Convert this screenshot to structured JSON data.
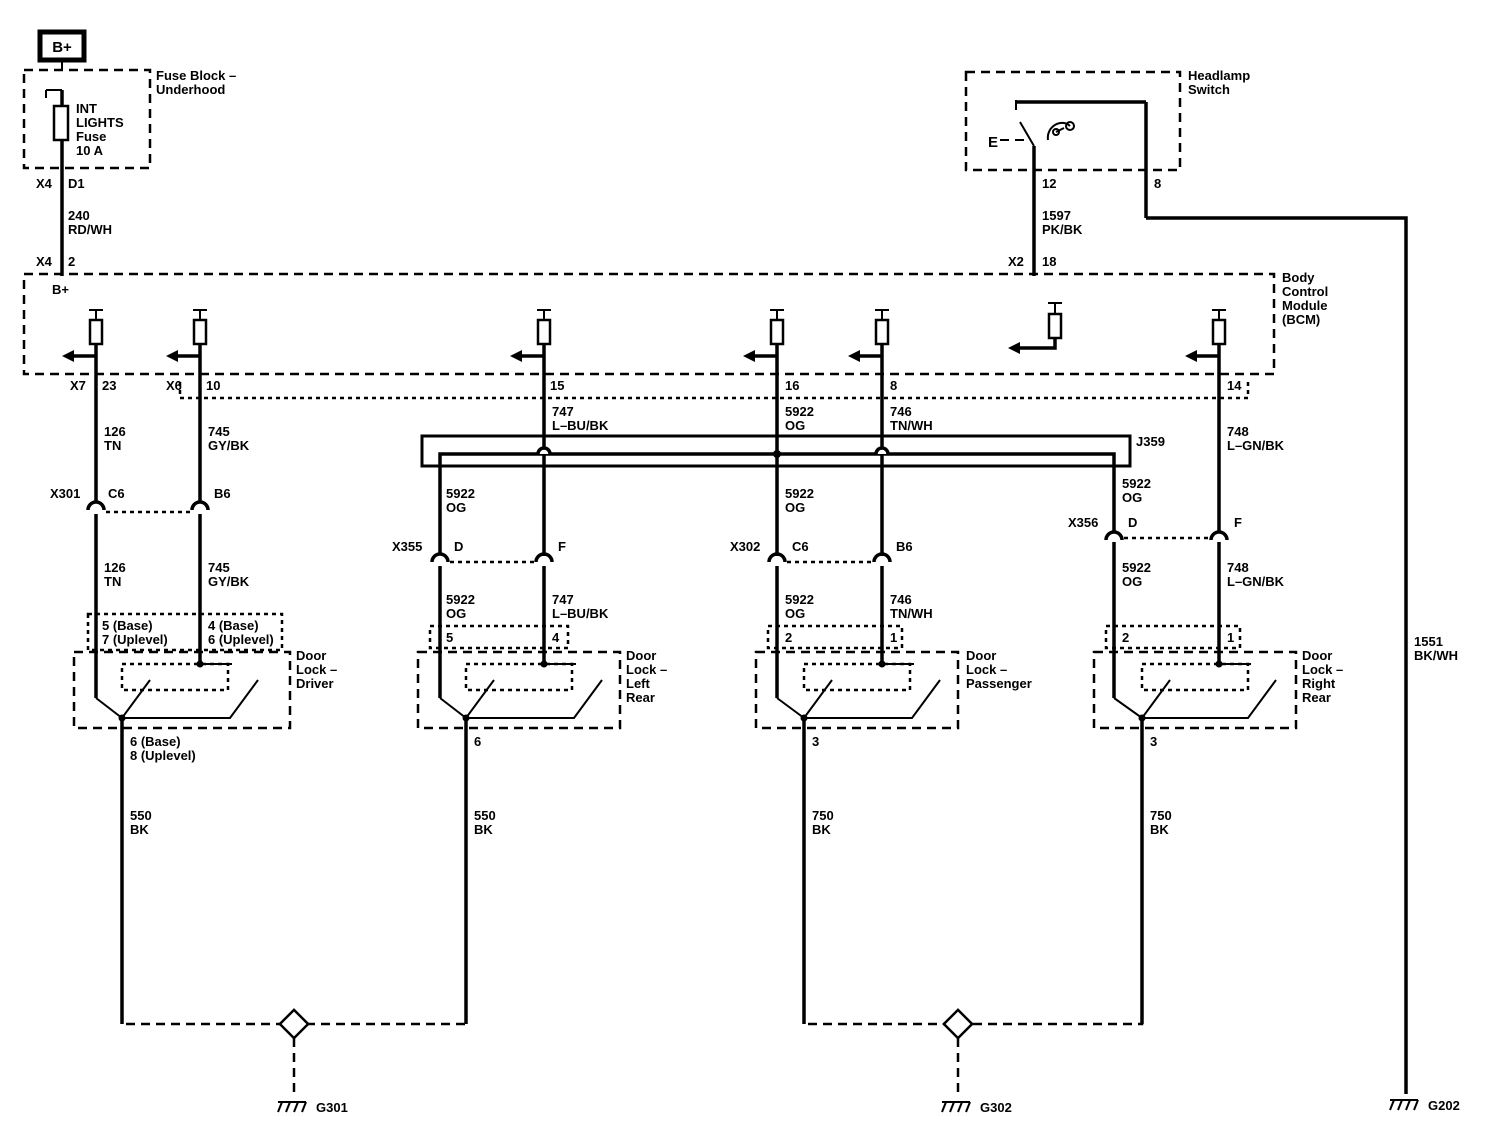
{
  "supply": {
    "label": "B+"
  },
  "fuse_block": {
    "title": [
      "Fuse Block –",
      "Underhood"
    ],
    "fuse": [
      "INT",
      "LIGHTS",
      "Fuse",
      "10 A"
    ],
    "conn": "X4",
    "pin": "D1"
  },
  "wire_240": {
    "num": "240",
    "color": "RD/WH"
  },
  "bcm": {
    "title": [
      "Body",
      "Control",
      "Module",
      "(BCM)"
    ],
    "bplus": "B+",
    "x4_conn": "X4",
    "x4_pin": "2",
    "x2_conn": "X2",
    "x2_pin": "18",
    "x7_conn": "X7",
    "x6_conn": "X6",
    "pins": [
      "23",
      "10",
      "15",
      "16",
      "8",
      "14"
    ]
  },
  "headlamp_switch": {
    "title": [
      "Headlamp",
      "Switch"
    ],
    "pin_a": "12",
    "pin_b": "8"
  },
  "wire_1597": {
    "num": "1597",
    "color": "PK/BK"
  },
  "wire_1551": {
    "num": "1551",
    "color": "BK/WH"
  },
  "splice": {
    "label": "J359"
  },
  "wires_upper": [
    {
      "num": "126",
      "color": "TN"
    },
    {
      "num": "745",
      "color": "GY/BK"
    },
    {
      "num": "747",
      "color": "L–BU/BK"
    },
    {
      "num": "5922",
      "color": "OG"
    },
    {
      "num": "746",
      "color": "TN/WH"
    },
    {
      "num": "748",
      "color": "L–GN/BK"
    }
  ],
  "splice_branches": [
    {
      "num": "5922",
      "color": "OG"
    },
    {
      "num": "5922",
      "color": "OG"
    }
  ],
  "connectors": [
    {
      "name": "X301",
      "a": "C6",
      "b": "B6"
    },
    {
      "name": "X355",
      "a": "D",
      "b": "F"
    },
    {
      "name": "X302",
      "a": "C6",
      "b": "B6"
    },
    {
      "name": "X356",
      "a": "D",
      "b": "F"
    }
  ],
  "wires_lower": [
    {
      "num": "126",
      "color": "TN"
    },
    {
      "num": "745",
      "color": "GY/BK"
    },
    {
      "num": "5922",
      "color": "OG"
    },
    {
      "num": "747",
      "color": "L–BU/BK"
    },
    {
      "num": "5922",
      "color": "OG"
    },
    {
      "num": "746",
      "color": "TN/WH"
    },
    {
      "num": "5922",
      "color": "OG"
    },
    {
      "num": "748",
      "color": "L–GN/BK"
    }
  ],
  "door_locks": [
    {
      "title": [
        "Door",
        "Lock –",
        "Driver"
      ],
      "pin_a": [
        "5 (Base)",
        "7 (Uplevel)"
      ],
      "pin_b": [
        "4 (Base)",
        "6 (Uplevel)"
      ],
      "ground_pin": [
        "6 (Base)",
        "8 (Uplevel)"
      ]
    },
    {
      "title": [
        "Door",
        "Lock –",
        "Left",
        "Rear"
      ],
      "pin_a": [
        "5"
      ],
      "pin_b": [
        "4"
      ],
      "ground_pin": [
        "6"
      ]
    },
    {
      "title": [
        "Door",
        "Lock –",
        "Passenger"
      ],
      "pin_a": [
        "2"
      ],
      "pin_b": [
        "1"
      ],
      "ground_pin": [
        "3"
      ]
    },
    {
      "title": [
        "Door",
        "Lock –",
        "Right",
        "Rear"
      ],
      "pin_a": [
        "2"
      ],
      "pin_b": [
        "1"
      ],
      "ground_pin": [
        "3"
      ]
    }
  ],
  "ground_wires": [
    {
      "num": "550",
      "color": "BK"
    },
    {
      "num": "550",
      "color": "BK"
    },
    {
      "num": "750",
      "color": "BK"
    },
    {
      "num": "750",
      "color": "BK"
    }
  ],
  "grounds": [
    "G301",
    "G302",
    "G202"
  ]
}
